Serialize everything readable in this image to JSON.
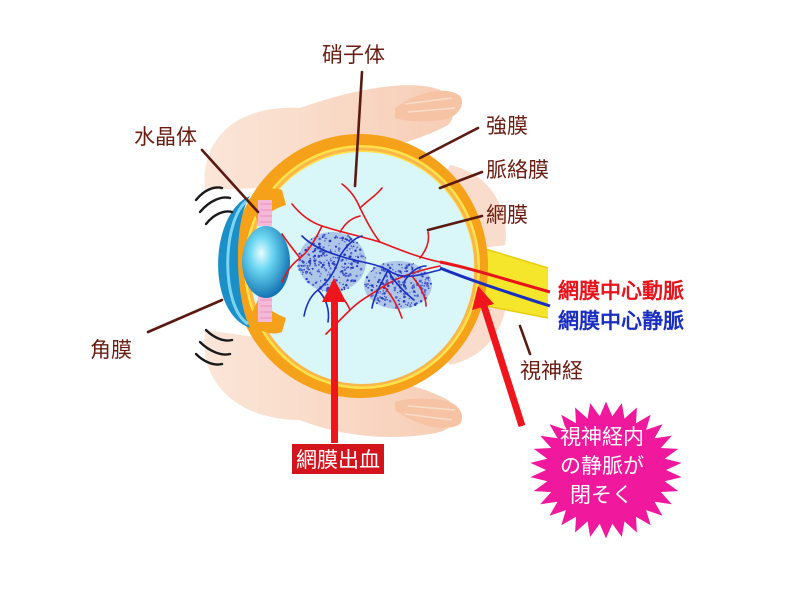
{
  "labels": {
    "vitreous": "硝子体",
    "lens": "水晶体",
    "sclera": "強膜",
    "choroid": "脈絡膜",
    "retina": "網膜",
    "cornea": "角膜",
    "central_artery": "網膜中心動脈",
    "central_vein": "網膜中心静脈",
    "optic_nerve": "視神経",
    "hemorrhage": "網膜出血",
    "occlusion_line1": "視神経内",
    "occlusion_line2": "の静脈が",
    "occlusion_line3": "閉そく"
  },
  "colors": {
    "label_text": "#6b1d12",
    "artery": "#e8141c",
    "vein": "#1a2fbf",
    "arrow": "#f0141c",
    "burst": "#f0189c",
    "sclera": "#f5a21a",
    "choroid": "#ffe24a",
    "vitreous": "#d9f6f8",
    "skin": "#f9d9c6",
    "optic_nerve": "#f5e62c"
  }
}
